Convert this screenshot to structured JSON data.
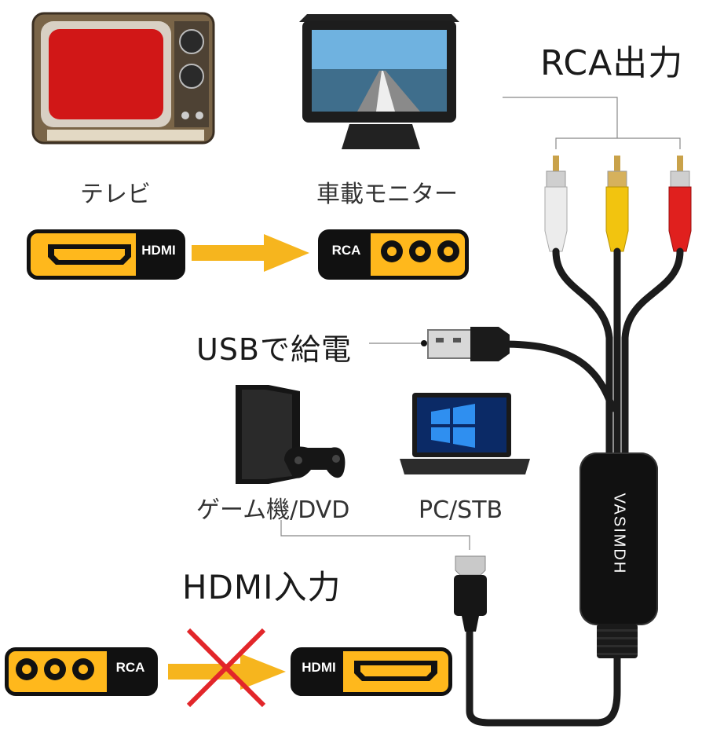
{
  "labels": {
    "tv": "テレビ",
    "car_monitor": "車載モニター",
    "rca_output": "RCA出力",
    "usb_power": "USBで給電",
    "game_console": "ゲーム機/DVD",
    "pc_stb": "PC/STB",
    "hdmi_input": "HDMI入力"
  },
  "badges": {
    "top_source": "HDMI",
    "top_target": "RCA",
    "bottom_source": "RCA",
    "bottom_target": "HDMI"
  },
  "device_brand": "VASIMDH",
  "colors": {
    "badge": "#ffb81c",
    "arrow": "#f6b51e",
    "cross": "#e2262a",
    "rca_white": "#e8e8e8",
    "rca_yellow": "#f2c40f",
    "rca_red": "#e0201e"
  }
}
